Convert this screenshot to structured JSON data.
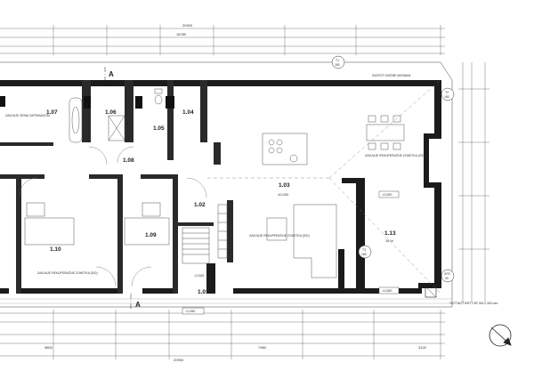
{
  "dimensions": {
    "overall_top": "20900",
    "overall_top_inner": "18780",
    "overall_bottom": "20900",
    "bottom_chain": [
      "9800",
      "7980",
      "3120"
    ]
  },
  "rooms": [
    {
      "id": "r107",
      "number": "1.07"
    },
    {
      "id": "r106",
      "number": "1.06"
    },
    {
      "id": "r105",
      "number": "1.05"
    },
    {
      "id": "r104",
      "number": "1.04"
    },
    {
      "id": "r108",
      "number": "1.08"
    },
    {
      "id": "r103",
      "number": "1.03",
      "level": "±0,000"
    },
    {
      "id": "r102",
      "number": "1.02"
    },
    {
      "id": "r110",
      "number": "1.10"
    },
    {
      "id": "r109",
      "number": "1.09"
    },
    {
      "id": "r101",
      "number": "1.01",
      "level": "-0,020"
    },
    {
      "id": "r113",
      "number": "1.13",
      "area": "18 %"
    }
  ],
  "levels": {
    "terrace_a": "-0,000",
    "terrace_b": "-0,050",
    "entrance": "-0,250"
  },
  "notes": {
    "top_right": "ZASPOT DIGENE MASNAM",
    "window_bay": "ZAVIJAJE REKUPERAČNE ZONSTKA (S/D)",
    "living": "ZAVIJAJE REKUPERAČNE ZONSTKA (S/D)",
    "bedroom": "ZAVIJAJE REKUPERAČNE ZONSTKA (S/D)",
    "bath": "ZAVIJAJE ZIDNA ZAPRAVAVOM",
    "chimney": "TEČTNIČTIKRT C5P 300 x 300 mm"
  },
  "section_marks": {
    "top": "A",
    "bottom": "A"
  },
  "tags": {
    "t1": "T1",
    "t1_val": "180",
    "t2": "T2",
    "t2_val": "180",
    "t3": "T3",
    "t3_val": "180",
    "xps": "XPS",
    "xps_val": "90"
  }
}
